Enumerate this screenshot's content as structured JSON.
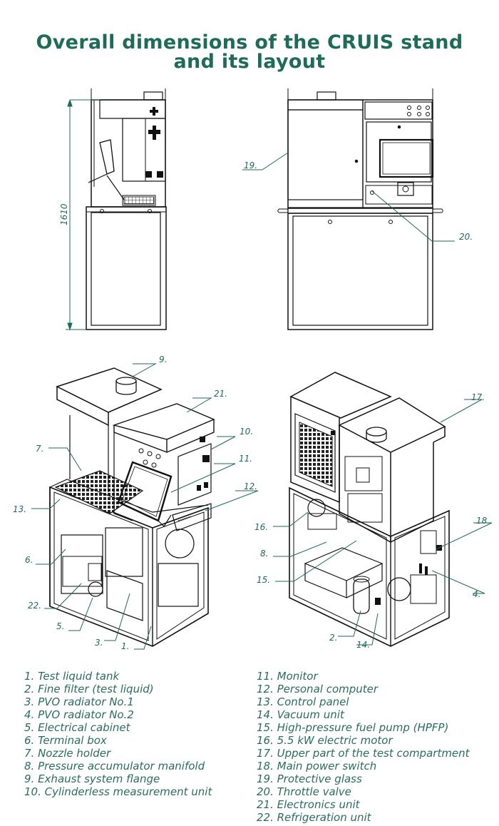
{
  "title": {
    "line1": "Overall dimensions of the CRUIS stand",
    "line2": "and its layout"
  },
  "dimension": "1610",
  "callouts": {
    "c1": "1.",
    "c2": "2.",
    "c3": "3.",
    "c4": "4.",
    "c5": "5.",
    "c6": "6.",
    "c7": "7.",
    "c8": "8.",
    "c9": "9.",
    "c10": "10.",
    "c11": "11.",
    "c12": "12.",
    "c13": "13.",
    "c14": "14.",
    "c15": "15.",
    "c16": "16.",
    "c17": "17.",
    "c18": "18.",
    "c19": "19.",
    "c20": "20.",
    "c21": "21.",
    "c22": "22."
  },
  "legend_left": [
    "1. Test liquid tank",
    "2. Fine filter (test liquid)",
    "3. PVO radiator No.1",
    "4. PVO radiator No.2",
    "5. Electrical cabinet",
    "6. Terminal box",
    "7. Nozzle holder",
    "8. Pressure accumulator manifold",
    "9. Exhaust system flange",
    "10. Cylinderless measurement unit"
  ],
  "legend_right": [
    "11. Monitor",
    "12. Personal computer",
    "13. Control panel",
    "14. Vacuum unit",
    "15. High-pressure fuel pump (HPFP)",
    "16. 5.5 kW electric motor",
    "17. Upper part of the test compartment",
    "18. Main power switch",
    "19. Protective glass",
    "20. Throttle valve",
    "21. Electronics unit",
    "22. Refrigeration unit"
  ]
}
